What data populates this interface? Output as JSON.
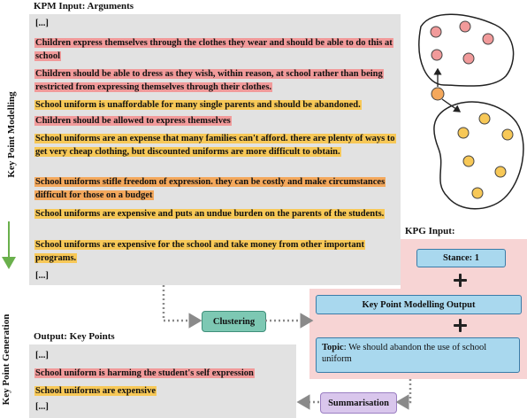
{
  "kpm_input_title": "KPM Input: Arguments",
  "kpm_arguments": [
    {
      "text": "[...]",
      "color": "plain"
    },
    {
      "text": "Children express themselves through the clothes they wear and should be able to do this at school",
      "color": "red"
    },
    {
      "text": "Children should be able to dress as they wish, within reason, at school rather than being restricted from expressing themselves through their clothes.",
      "color": "red"
    },
    {
      "text": "School uniform is unaffordable for many single parents and should be abandoned.",
      "color": "yellow"
    },
    {
      "text": "Children should be allowed to express themselves",
      "color": "red"
    },
    {
      "text": "School uniforms are an expense that many families can't afford. there are plenty of ways to get very cheap clothing, but discounted uniforms are more difficult to obtain.",
      "color": "yellow"
    },
    {
      "text": "School uniforms stifle freedom of expression. they can be costly and make circumstances difficult for those on a budget",
      "color": "orange"
    },
    {
      "text": "School uniforms are expensive and puts an undue burden on the parents of the students.",
      "color": "yellow"
    },
    {
      "text": "School uniforms are expensive for the school and take money from other important programs.",
      "color": "yellow"
    },
    {
      "text": "[...]",
      "color": "plain"
    }
  ],
  "side_labels": {
    "modelling": "Key Point Modelling",
    "generation": "Key Point Generation"
  },
  "kpg_input_title": "KPG Input:",
  "stance_label": "Stance: 1",
  "kpm_output_label": "Key Point Modelling Output",
  "topic_prefix": "Topic",
  "topic_text": ": We should abandon the use of school uniform",
  "clustering_label": "Clustering",
  "summarisation_label": "Summarisation",
  "output_title": "Output: Key Points",
  "key_points": [
    {
      "text": "[...]",
      "color": "plain"
    },
    {
      "text": "School uniform is harming the student's self expression",
      "color": "red"
    },
    {
      "text": "School uniforms are expensive",
      "color": "yellow"
    },
    {
      "text": "[...]",
      "color": "plain"
    }
  ],
  "colors": {
    "red": "#f19a9a",
    "yellow": "#f7c857",
    "orange": "#f4a85c",
    "panel_gray": "#e2e2e2",
    "kpg_pink": "#f7d4d4",
    "box_blue": "#a9d8ee",
    "clustering_green": "#7dc8b3",
    "summarisation_purple": "#d9c6ec",
    "arrow_green": "#6ab04c"
  }
}
